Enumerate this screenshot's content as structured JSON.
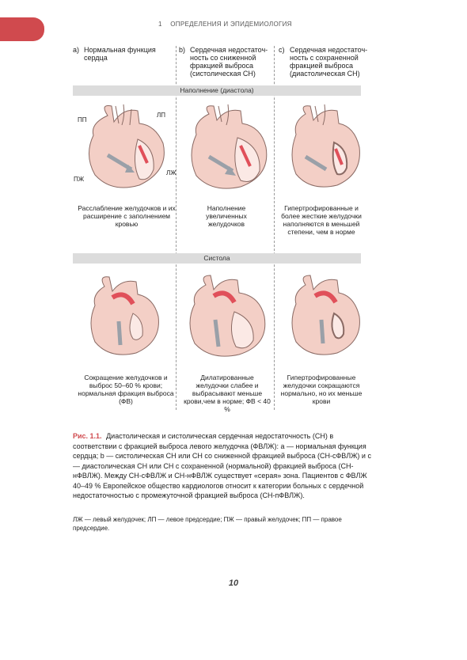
{
  "header": {
    "chapter_number": "1",
    "chapter_title": "ОПРЕДЕЛЕНИЯ И ЭПИДЕМИОЛОГИЯ"
  },
  "columns": [
    {
      "letter": "a)",
      "title": "Нормальная функция сердца"
    },
    {
      "letter": "b)",
      "title": "Сердечная недостаточ-ность со сниженной фракцией выброса (систолическая СН)"
    },
    {
      "letter": "c)",
      "title": "Сердечная недостаточ-ность с сохраненной фракцией выброса (диастолическая СН)"
    }
  ],
  "bands": {
    "diastole": "Наполнение (диастола)",
    "systole": "Систола"
  },
  "labels": {
    "la": "ЛП",
    "ra": "ПП",
    "rv": "ПЖ",
    "lv": "ЛЖ"
  },
  "diastole_captions": [
    "Расслабление желудочков и их расширение с заполнением кровью",
    "Наполнение увеличенных желудочков",
    "Гипертрофированные и более жесткие желудочки наполняются в меньшей степени, чем в норме"
  ],
  "systole_captions": [
    "Сокращение желудочков и выброс 50–60 % крови; нормальная фракция выброса (ФВ)",
    "Дилатированные желудочки слабее и выбрасывают меньше крови,чем в норме; ФВ < 40 %",
    "Гипертрофированные желудочки сокращаются нормально, но их меньше крови"
  ],
  "figure": {
    "label": "Рис. 1.1.",
    "caption": "Диастолическая и систолическая сердечная недостаточность (СН) в соответствии с фракцией выброса левого желудочка (ФВЛЖ): a — нормальная функция сердца; b — систолическая СН или СН со сниженной фракцией выброса (СН-сФВЛЖ) и c — диастолическая СН или СН с сохраненной (нормальной) фракцией выброса (СН-нФВЛЖ). Между СН-сФВЛЖ и СН-нФВЛЖ существует «серая» зона. Пациентов с ФВЛЖ 40–49 % Европейское общество кардиологов относит к категории больных с сердечной недостаточностью с промежуточной фракцией выброса (СН-пФВЛЖ).",
    "abbreviations": "ЛЖ — левый желудочек; ЛП — левое предсердие; ПЖ — правый желудочек; ПП — правое предсердие."
  },
  "page_number": "10",
  "colors": {
    "accent": "#d04a4e",
    "band": "#dcdcdc",
    "heart": "#f3cfc6",
    "heart_line": "#8a6a64",
    "blood": "#e0505a",
    "arrow": "#9aa0a8"
  }
}
